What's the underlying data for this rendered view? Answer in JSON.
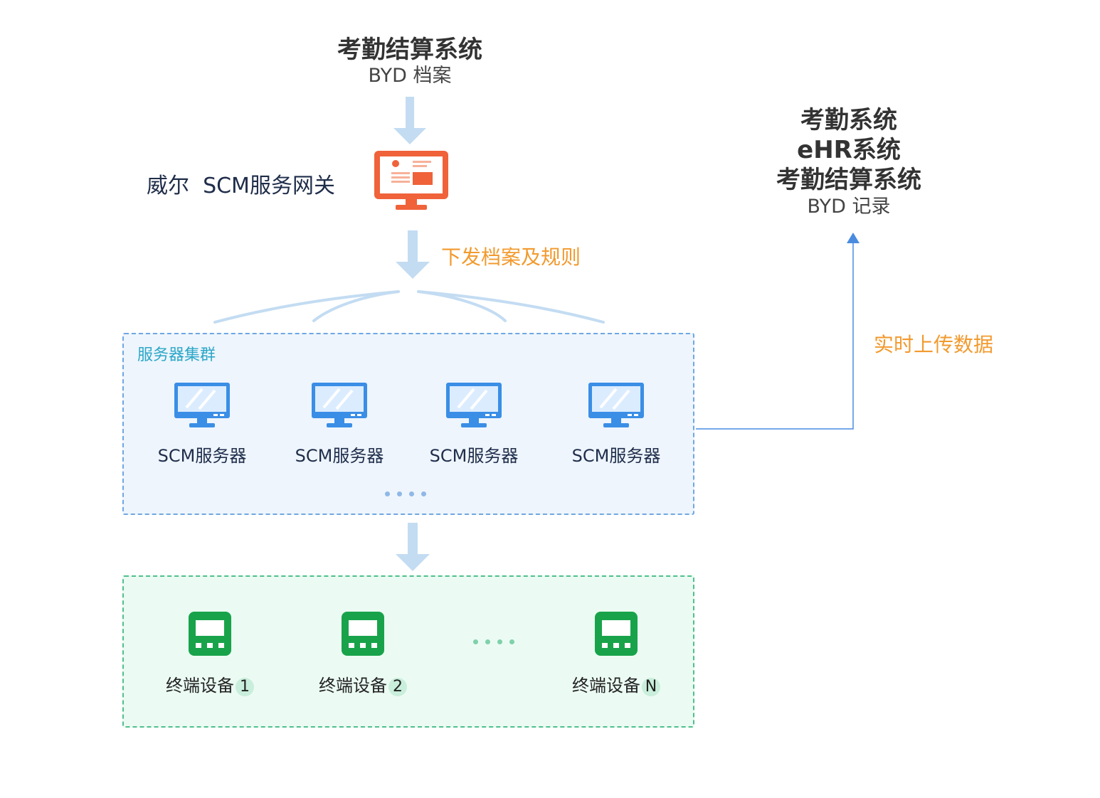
{
  "top_source": {
    "title": "考勤结算系统",
    "subtitle": "BYD 档案"
  },
  "gateway": {
    "label": "威尔  SCM服务网关"
  },
  "distribute": {
    "label": "下发档案及规则"
  },
  "cluster": {
    "title": "服务器集群",
    "servers": [
      {
        "label": "SCM服务器"
      },
      {
        "label": "SCM服务器"
      },
      {
        "label": "SCM服务器"
      },
      {
        "label": "SCM服务器"
      }
    ]
  },
  "terminals": [
    {
      "label": "终端设备",
      "badge": "1"
    },
    {
      "label": "终端设备",
      "badge": "2"
    },
    {
      "label": "终端设备",
      "badge": "N"
    }
  ],
  "upload": {
    "label": "实时上传数据"
  },
  "destination": {
    "lines": [
      "考勤系统",
      "eHR系统",
      "考勤结算系统"
    ],
    "subtitle": "BYD 记录"
  },
  "colors": {
    "arrow": "#c3dcf2",
    "gateway_icon": "#f0623a",
    "server_icon": "#3a8ee6",
    "terminal_icon": "#18a34a",
    "upload_line": "#4a8be0",
    "orange_text": "#f29a2e"
  }
}
